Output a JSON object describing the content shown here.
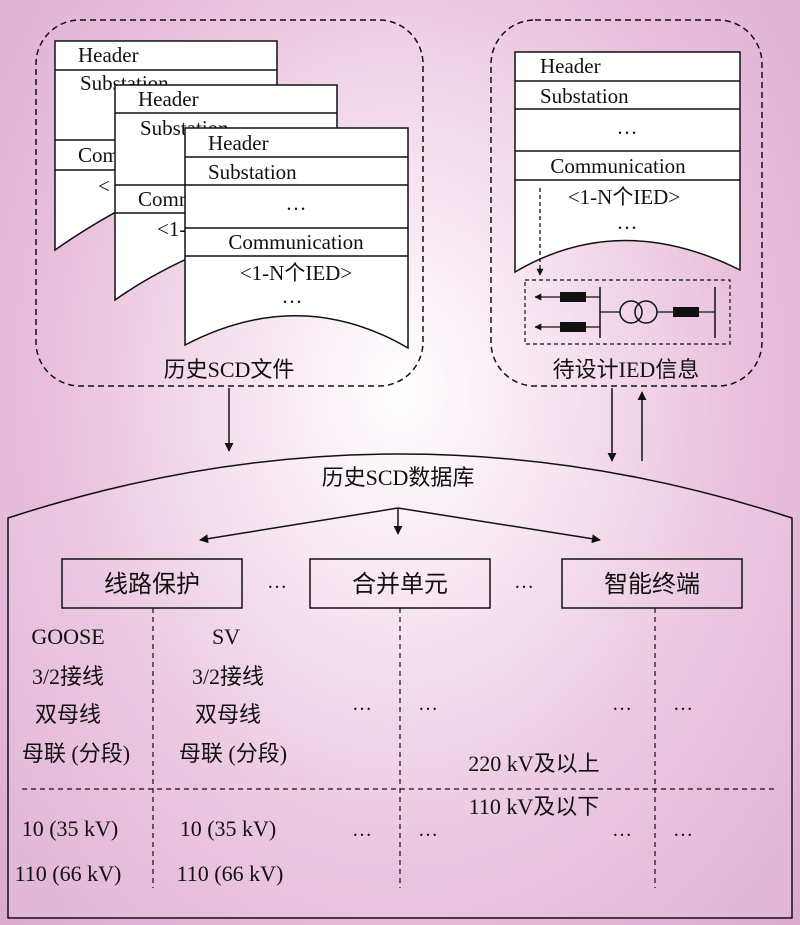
{
  "history_group": {
    "caption": "历史SCD文件",
    "doc_back": {
      "header": "Header",
      "substation": "Substation",
      "communication": "Comm"
    },
    "doc_mid": {
      "header": "Header",
      "substation": "Substation",
      "communication": "Comm",
      "ied": "<1-"
    },
    "doc_front": {
      "header": "Header",
      "substation": "Substation",
      "ellipsis": "…",
      "communication": "Communication",
      "ied": "<1-N个IED>",
      "ellipsis2": "…"
    }
  },
  "design_group": {
    "caption": "待设计IED信息",
    "doc": {
      "header": "Header",
      "substation": "Substation",
      "ellipsis": "…",
      "communication": "Communication",
      "ied": "<1-N个IED>",
      "ellipsis2": "…"
    }
  },
  "database": {
    "title": "历史SCD数据库",
    "categories": [
      "线路保护",
      "合并单元",
      "智能终端"
    ],
    "between_ellipsis": "…",
    "col1": [
      "GOOSE",
      "3/2接线",
      "双母线",
      "母联 (分段)"
    ],
    "col2": [
      "SV",
      "3/2接线",
      "双母线",
      "母联 (分段)"
    ],
    "ellipsis": "…",
    "voltage_high": "220 kV及以上",
    "voltage_low": "110 kV及以下",
    "low_col1": [
      "10 (35 kV)",
      "110 (66 kV)"
    ],
    "low_col2": [
      "10 (35 kV)",
      "110 (66 kV)"
    ]
  }
}
